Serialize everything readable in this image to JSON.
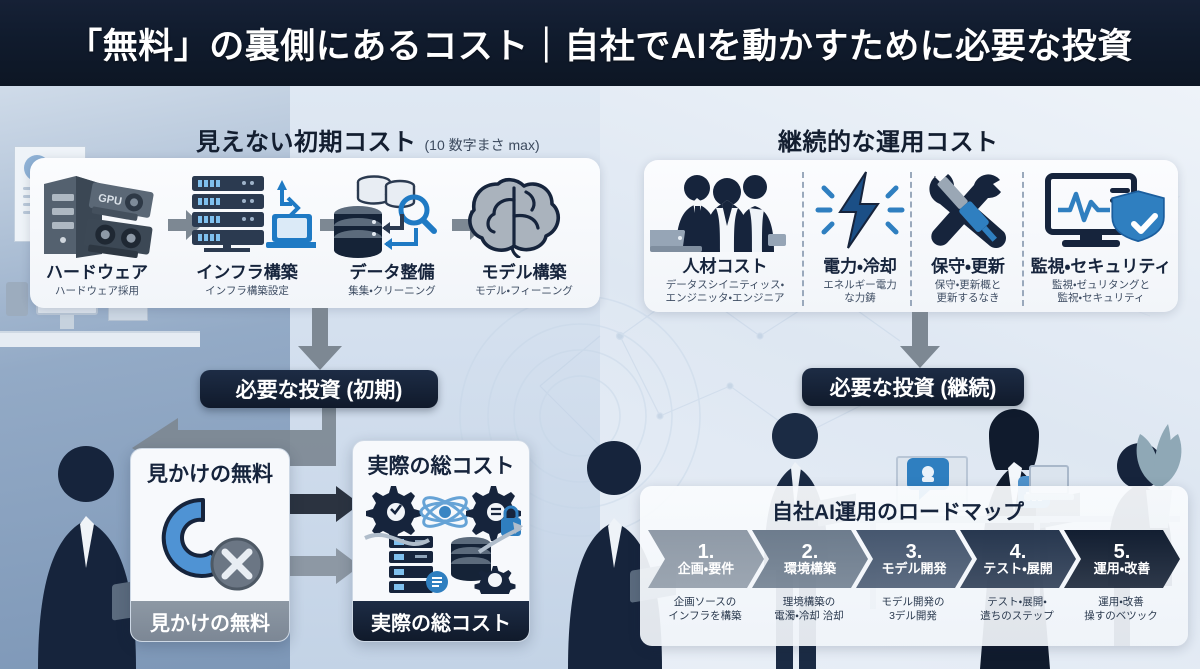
{
  "header": {
    "title": "「無料」の裏側にあるコスト｜自社でAIを動かすために必要な投資"
  },
  "left_section": {
    "heading": "見えない初期コスト",
    "heading_note": "(10 数字まさ max)",
    "stages": [
      {
        "icon": "server-gpu-icon",
        "label": "ハードウェア",
        "sublabel": "ハードウェア採用"
      },
      {
        "icon": "server-rack-laptop-icon",
        "label": "インフラ構築",
        "sublabel": "インフラ構築設定"
      },
      {
        "icon": "database-search-icon",
        "label": "データ整備",
        "sublabel": "集集・クリーニング"
      },
      {
        "icon": "brain-icon",
        "label": "モデル構築",
        "sublabel": "モデル・フィーニング"
      }
    ],
    "badge": "必要な投資 (初期)"
  },
  "right_section": {
    "heading": "継続的な運用コスト",
    "stages": [
      {
        "icon": "team-people-icon",
        "label": "人材コスト",
        "sublabel_1": "データスシイニティッス・",
        "sublabel_2": "エンジニッタ・エンジニア"
      },
      {
        "icon": "lightning-bolt-icon",
        "label": "電力・冷却",
        "sublabel_1": "エネルギー電力",
        "sublabel_2": "な力鋳"
      },
      {
        "icon": "wrench-screwdriver-icon",
        "label": "保守・更新",
        "sublabel_1": "保守・更新概と",
        "sublabel_2": "更新するなき"
      },
      {
        "icon": "monitor-shield-icon",
        "label": "監視・セキュリティ",
        "sublabel_1": "監視・ゼュリタングと",
        "sublabel_2": "監祝・セキュリティ"
      }
    ],
    "badge": "必要な投資 (継続)"
  },
  "comparison": {
    "free_card": {
      "caption": "見かけの無料",
      "footer": "見かけの無料",
      "icon": "open-source-blocked-icon"
    },
    "total_card": {
      "caption": "実際の総コスト",
      "footer": "実際の総コスト",
      "icon": "gears-servers-database-icon"
    }
  },
  "roadmap": {
    "title": "自社AI運用のロードマップ",
    "steps": [
      {
        "num": "1.",
        "name": "企画・要件",
        "caption_1": "企画ソースの",
        "caption_2": "インフラを構築",
        "color": "#8f9aa7"
      },
      {
        "num": "2.",
        "name": "環境構築",
        "caption_1": "理境構築の",
        "caption_2": "電濁・冷却 洽却",
        "color": "#6d7c8d"
      },
      {
        "num": "3.",
        "name": "モデル開発",
        "caption_1": "モデル開発の",
        "caption_2": "3デル開発",
        "color": "#46576f"
      },
      {
        "num": "4.",
        "name": "テスト・展開",
        "caption_1": "テスト・展開・",
        "caption_2": "遣ちのステップ",
        "color": "#27374f"
      },
      {
        "num": "5.",
        "name": "運用・改善",
        "caption_1": "運用・改善",
        "caption_2": "操すのベツック",
        "color": "#121e31"
      }
    ]
  },
  "colors": {
    "title_bar": "#101b2d",
    "navy": "#16243c",
    "accent_blue": "#2b7fc4",
    "gray_arrow": "#7d8893"
  }
}
